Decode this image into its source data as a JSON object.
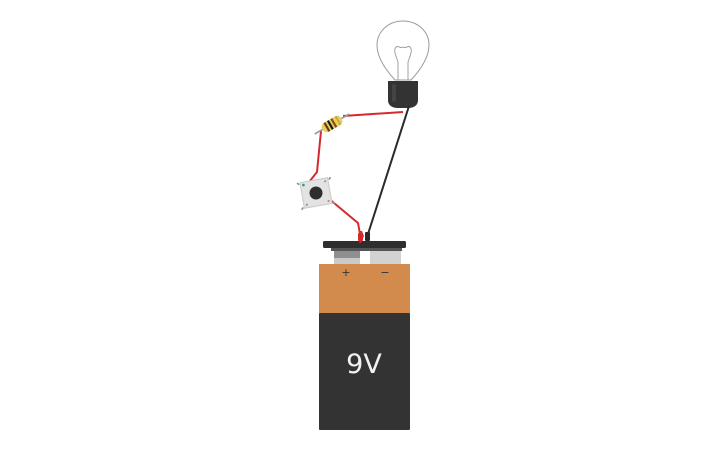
{
  "battery": {
    "label": "9V",
    "positive_symbol": "+",
    "negative_symbol": "−",
    "top_color": "#D38B4D",
    "body_color": "#333333",
    "cap_color": "#2E2E2E",
    "label_color": "#F2F2F2"
  },
  "wires": {
    "positive_color": "#D8282E",
    "negative_color": "#2A2A2A"
  },
  "components": {
    "bulb": "light-bulb",
    "resistor": "resistor",
    "pushbutton": "pushbutton",
    "battery": "9v-battery"
  }
}
